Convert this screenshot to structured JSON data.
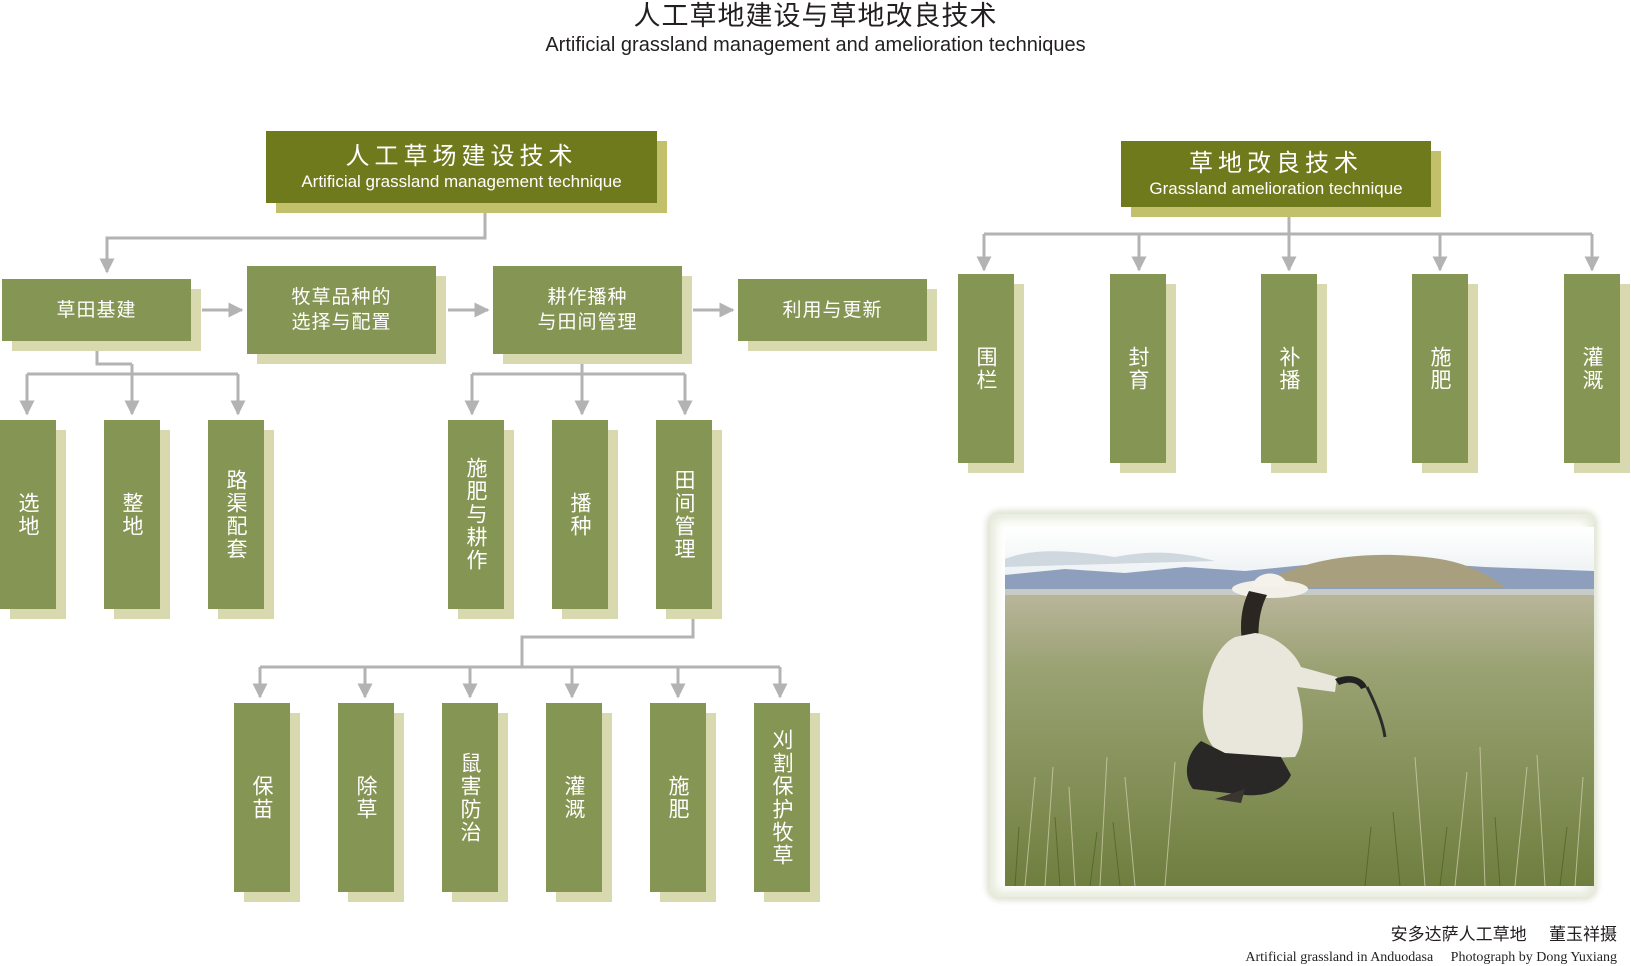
{
  "title": {
    "zh": "人工草地建设与草地改良技术",
    "en": "Artificial grassland management and amelioration techniques"
  },
  "left_root": {
    "zh": "人工草场建设技术",
    "en": "Artificial grassland management technique"
  },
  "right_root": {
    "zh": "草地改良技术",
    "en": "Grassland amelioration technique"
  },
  "steps": [
    {
      "lines": [
        "草田基建"
      ]
    },
    {
      "lines": [
        "牧草品种的",
        "选择与配置"
      ]
    },
    {
      "lines": [
        "耕作播种",
        "与田间管理"
      ]
    },
    {
      "lines": [
        "利用与更新"
      ]
    }
  ],
  "infrastructure_children": [
    "选地",
    "整地",
    "路渠配套"
  ],
  "cultivation_children": [
    "施肥与耕作",
    "播种",
    "田间管理"
  ],
  "field_management_children": [
    "保苗",
    "除草",
    "鼠害防治",
    "灌溉",
    "施肥",
    "刈割保护牧草"
  ],
  "amelioration_children": [
    "围栏",
    "封育",
    "补播",
    "施肥",
    "灌溉"
  ],
  "photo_caption": {
    "zh": "安多达萨人工草地　 董玉祥摄",
    "en": "Artificial grassland in Anduodasa　 Photograph by Dong Yuxiang"
  },
  "colors": {
    "box_green": "#859553",
    "box_olive": "#6f7a1d",
    "shadow": "#d8d9ae",
    "connector": "#b3b3b3"
  }
}
